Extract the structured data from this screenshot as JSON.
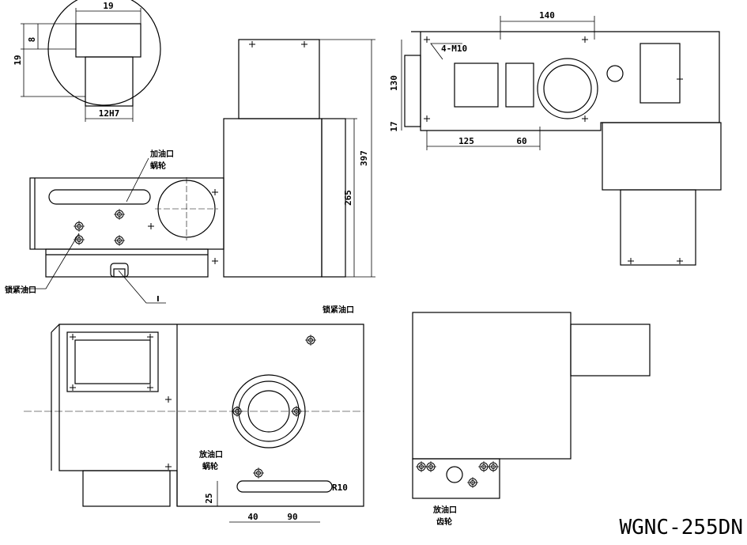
{
  "model": "WGNC-255DN",
  "dimensions": {
    "detail_width": "19",
    "detail_depth": "8",
    "detail_height": "19",
    "slot_width": "12H7",
    "total_height": "397",
    "base_height": "265",
    "top_width": "140",
    "top_height": "130",
    "top_offset": "17",
    "bottom_left": "125",
    "bottom_right": "60",
    "slot_offset_v": "25",
    "slot_left": "40",
    "slot_right": "90",
    "radius": "R10"
  },
  "labels": {
    "oil_fill": "加油口",
    "worm": "蜗轮",
    "lock_oil_left": "锁紧油口",
    "detail_mark": "I",
    "holes": "4-M10",
    "lock_oil_plan": "锁紧油口",
    "oil_drain": "放油口",
    "worm_plan": "蜗轮",
    "oil_drain_side": "放油口",
    "gear": "齿轮"
  }
}
